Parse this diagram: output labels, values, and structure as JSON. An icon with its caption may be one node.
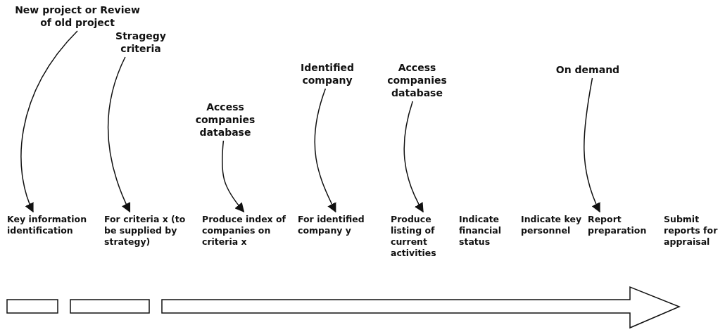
{
  "diagram": {
    "nodes": [
      {
        "text": [
          "New project or Review of old project"
        ]
      },
      {
        "text": [
          "Stragegy criteria"
        ]
      },
      {
        "text": [
          "Access companies database"
        ]
      },
      {
        "text": [
          "Identified company"
        ]
      },
      {
        "text": [
          "Access companies database"
        ]
      },
      {
        "text": [
          "On demand"
        ]
      },
      {
        "text": [
          "Key information identification"
        ]
      },
      {
        "text": [
          "For criteria x (to be supplied by strategy)"
        ]
      },
      {
        "text": [
          "Produce index of companies on criteria x"
        ]
      },
      {
        "text": [
          "For identified company y"
        ]
      },
      {
        "text": [
          "Produce listing of current activities"
        ]
      },
      {
        "text": [
          "Report preparation"
        ]
      }
    ],
    "edges": [
      {
        "from": 0,
        "to": 6,
        "arrow": "to"
      },
      {
        "from": 1,
        "to": 7,
        "arrow": "to"
      },
      {
        "from": 2,
        "to": 8,
        "arrow": "to"
      },
      {
        "from": 3,
        "to": 9,
        "arrow": "to"
      },
      {
        "from": 4,
        "to": 10,
        "arrow": "to"
      },
      {
        "from": 5,
        "to": 11,
        "arrow": "to"
      }
    ],
    "labels": [
      "Indicate financial status",
      "Indicate key personnel",
      "Submit reports for appraisal"
    ]
  }
}
